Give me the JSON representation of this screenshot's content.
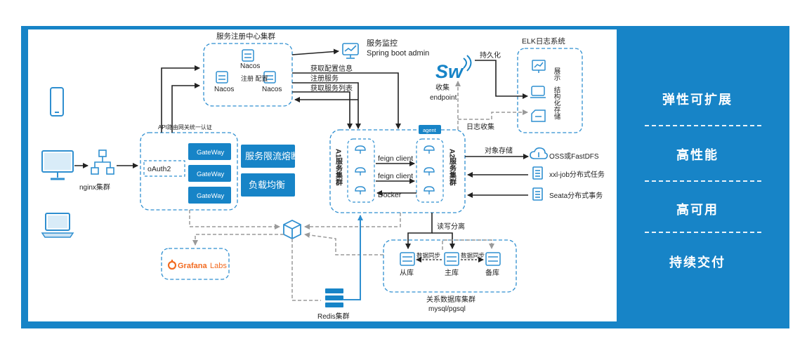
{
  "labels": {
    "registry_cluster": "服务注册中心集群",
    "nacos": "Nacos",
    "registry_config": "注册\n配置",
    "monitor": "服务监控",
    "monitor_app": "Spring boot admin",
    "skywalking": "Sw",
    "persist": "持久化",
    "elk": "ELK日志系统",
    "elk_show": "展示",
    "elk_struct": "结构化存储",
    "get_config": "获取配置信息",
    "register": "注册服务",
    "get_list": "获取服务列表",
    "collect": "收集",
    "endpoint": "endpoint",
    "log_collect": "日志收集",
    "agent": "agent",
    "api_gateway": "API路由网关统一认证",
    "gateway": "GateWay",
    "oauth": "oAuth2",
    "rate_limit": "服务限流熔断",
    "load_balance": "负载均衡",
    "a1": "A1服务集群",
    "a2": "A2服务集群",
    "feign": "feign client",
    "docker": "Docker",
    "object_storage": "对象存储",
    "oss": "OSS或FastDFS",
    "xxljob": "xxl-job分布式任务",
    "seata": "Seata分布式事务",
    "nginx": "nginx集群",
    "rw_split": "读写分离",
    "db_sync": "数据同步",
    "slave": "从库",
    "master": "主库",
    "backup": "备库",
    "db_cluster": "关系数据库集群",
    "db_types": "mysql/pgsql",
    "grafana": "Grafana",
    "grafana_labs": "Labs",
    "redis": "Redis集群"
  },
  "side_features": [
    "弹性可扩展",
    "高性能",
    "高可用",
    "持续交付"
  ],
  "colors": {
    "brand_blue": "#1784c7",
    "line_blue": "#2f8fd0",
    "dark_line": "#333333",
    "dashed_grey": "#9a9a9a",
    "grafana_orange": "#f26b21"
  }
}
